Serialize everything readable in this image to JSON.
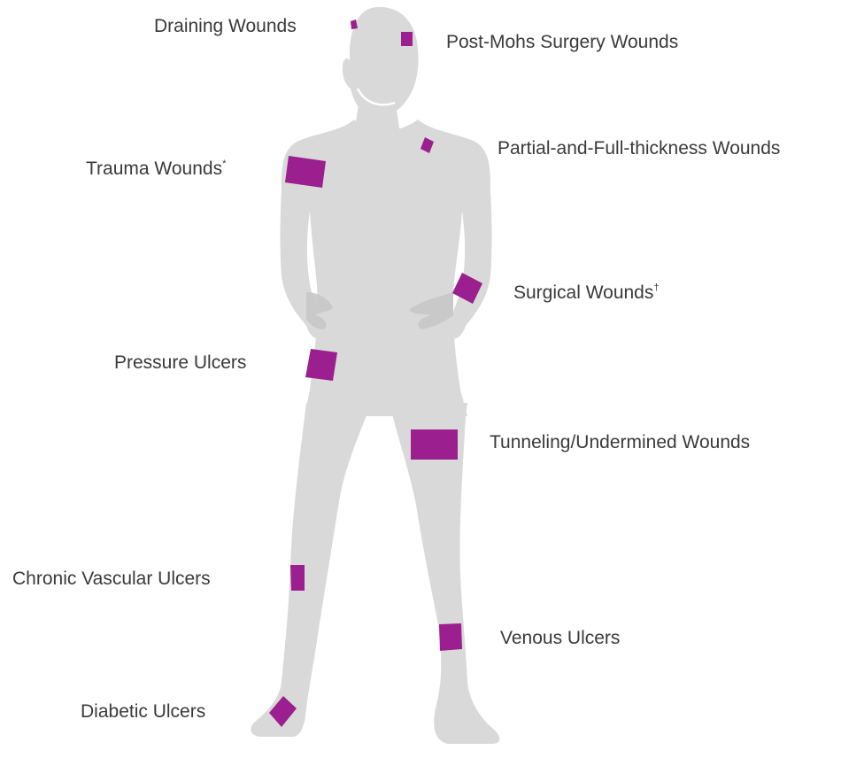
{
  "colors": {
    "body": "#d9d9d9",
    "body_shadow": "#c6c6c6",
    "dressing": "#9b1f8e",
    "label": "#3a3a3a"
  },
  "labels": {
    "draining": "Draining Wounds",
    "post_mohs": "Post-Mohs Surgery Wounds",
    "trauma": "Trauma Wounds",
    "trauma_mark": "*",
    "partial_full": "Partial-and-Full-thickness Wounds",
    "surgical": "Surgical Wounds",
    "surgical_mark": "†",
    "pressure": "Pressure Ulcers",
    "tunneling": "Tunneling/Undermined Wounds",
    "chronic_vascular": "Chronic Vascular Ulcers",
    "venous": "Venous Ulcers",
    "diabetic": "Diabetic Ulcers"
  }
}
